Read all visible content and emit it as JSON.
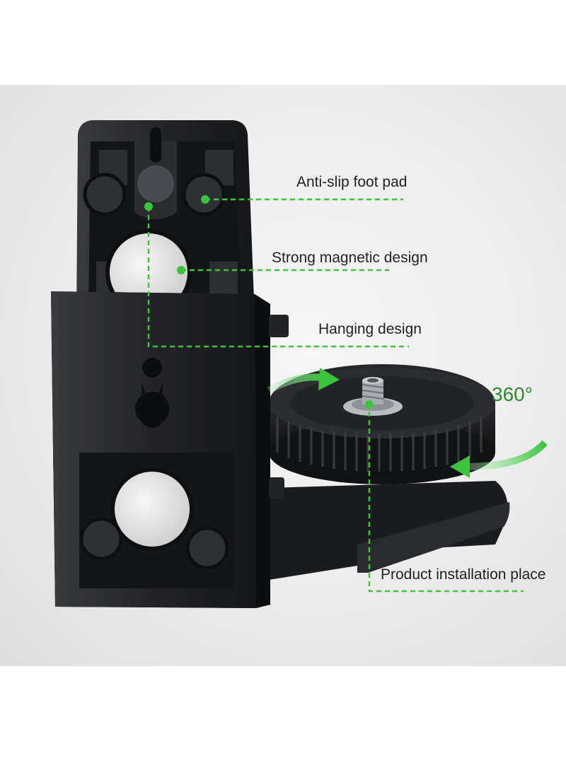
{
  "callouts": {
    "anti_slip": "Anti-slip foot pad",
    "magnetic": "Strong magnetic design",
    "hanging": "Hanging design",
    "installation": "Product installation place",
    "rotation": "360°"
  },
  "colors": {
    "accent_green": "#3cc43c",
    "label_green": "#2e8b2e",
    "bracket_black": "#1e1f22",
    "magnet_white": "#e9e9e9"
  }
}
